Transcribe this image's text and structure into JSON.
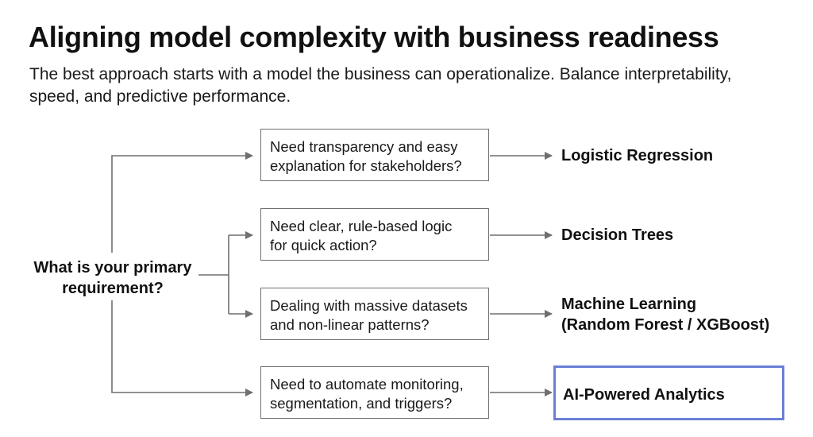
{
  "header": {
    "title": "Aligning model complexity with business readiness",
    "subtitle": "The best approach starts with a model the business can operationalize. Balance interpretability, speed, and predictive performance."
  },
  "diagram": {
    "root": {
      "lines": [
        "What is your primary",
        "requirement?"
      ]
    },
    "branches": [
      {
        "question": [
          "Need transparency and easy",
          "explanation for stakeholders?"
        ],
        "outcome": [
          "Logistic Regression"
        ],
        "highlighted": false
      },
      {
        "question": [
          "Need clear, rule-based logic",
          "for quick action?"
        ],
        "outcome": [
          "Decision Trees"
        ],
        "highlighted": false
      },
      {
        "question": [
          "Dealing with massive datasets",
          "and non-linear patterns?"
        ],
        "outcome": [
          "Machine Learning",
          "(Random Forest / XGBoost)"
        ],
        "highlighted": false
      },
      {
        "question": [
          "Need to automate monitoring,",
          "segmentation, and triggers?"
        ],
        "outcome": [
          "AI-Powered Analytics"
        ],
        "highlighted": true
      }
    ],
    "colors": {
      "connector": "#6f6f6f",
      "highlight_border": "#6b7fd7"
    }
  }
}
